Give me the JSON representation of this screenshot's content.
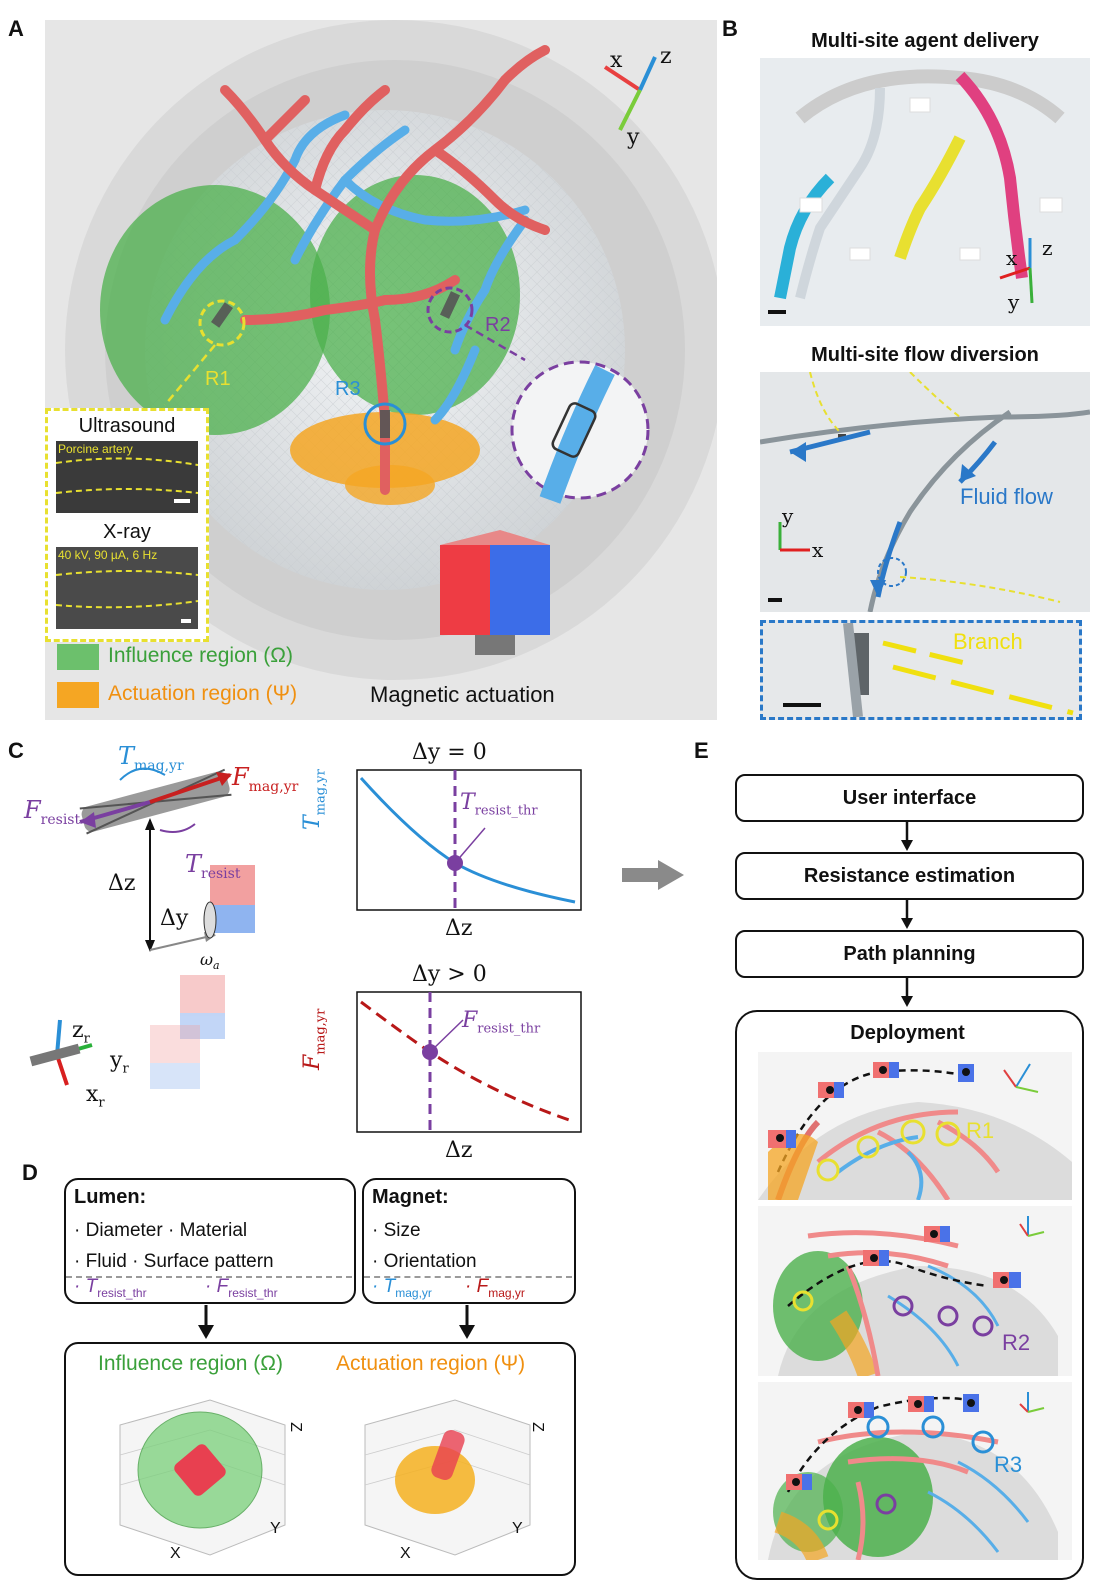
{
  "panel_a": {
    "letter": "A",
    "axis_x": "x",
    "axis_y": "y",
    "axis_z": "z",
    "r1": "R1",
    "r2": "R2",
    "r3": "R3",
    "ultrasound_title": "Ultrasound",
    "ultrasound_sub": "Porcine artery",
    "xray_title": "X-ray",
    "xray_sub": "40 kV, 90 µA, 6 Hz",
    "legend_influence": "Influence region (Ω)",
    "legend_actuation": "Actuation region (Ψ)",
    "magnetic_actuation": "Magnetic actuation",
    "colors": {
      "influence": "#6cc06c",
      "actuation": "#f5a623",
      "artery": "#e06060",
      "vein": "#58aee8",
      "r1": "#e8e030",
      "r2": "#7a3fa0",
      "r3": "#2a8fd6"
    }
  },
  "panel_b": {
    "letter": "B",
    "title_top": "Multi-site agent delivery",
    "title_bottom": "Multi-site flow diversion",
    "axis_x": "x",
    "axis_y": "y",
    "axis_z": "z",
    "fluid_flow": "Fluid flow",
    "branch": "Branch"
  },
  "panel_c": {
    "letter": "C",
    "t_mag": "T",
    "t_mag_sub": "mag,yr",
    "f_mag": "F",
    "f_mag_sub": "mag,yr",
    "f_resist": "F",
    "f_resist_sub": "resist",
    "t_resist": "T",
    "t_resist_sub": "resist",
    "dz": "Δz",
    "dy": "Δy",
    "omega": "ω",
    "omega_sub": "a",
    "zr": "z",
    "yr": "y",
    "xr": "x",
    "r_sub": "r",
    "chart1_title": "Δy = 0",
    "chart1_ylabel": "T",
    "chart1_ylabel_sub": "mag,yr",
    "chart1_xlabel": "Δz",
    "chart1_annot": "T",
    "chart1_annot_sub": "resist_thr",
    "chart2_title": "Δy > 0",
    "chart2_ylabel": "F",
    "chart2_ylabel_sub": "mag,yr",
    "chart2_xlabel": "Δz",
    "chart2_annot": "F",
    "chart2_annot_sub": "resist_thr"
  },
  "panel_d": {
    "letter": "D",
    "lumen_title": "Lumen:",
    "lumen_line1": "· Diameter · Material",
    "lumen_line2": "· Fluid · Surface pattern",
    "lumen_out1": "· T",
    "lumen_out1_sub": "resist_thr",
    "lumen_out2": "· F",
    "lumen_out2_sub": "resist_thr",
    "magnet_title": "Magnet:",
    "magnet_line1": "· Size",
    "magnet_line2": "· Orientation",
    "magnet_out1": "· T",
    "magnet_out1_sub": "mag,yr",
    "magnet_out2": "· F",
    "magnet_out2_sub": "mag,yr",
    "influence_title": "Influence region (Ω)",
    "actuation_title": "Actuation region (Ψ)",
    "ax_x": "X",
    "ax_y": "Y",
    "ax_z": "Z"
  },
  "panel_e": {
    "letter": "E",
    "step1": "User interface",
    "step2": "Resistance estimation",
    "step3": "Path planning",
    "deployment": "Deployment",
    "r1": "R1",
    "r2": "R2",
    "r3": "R3"
  }
}
